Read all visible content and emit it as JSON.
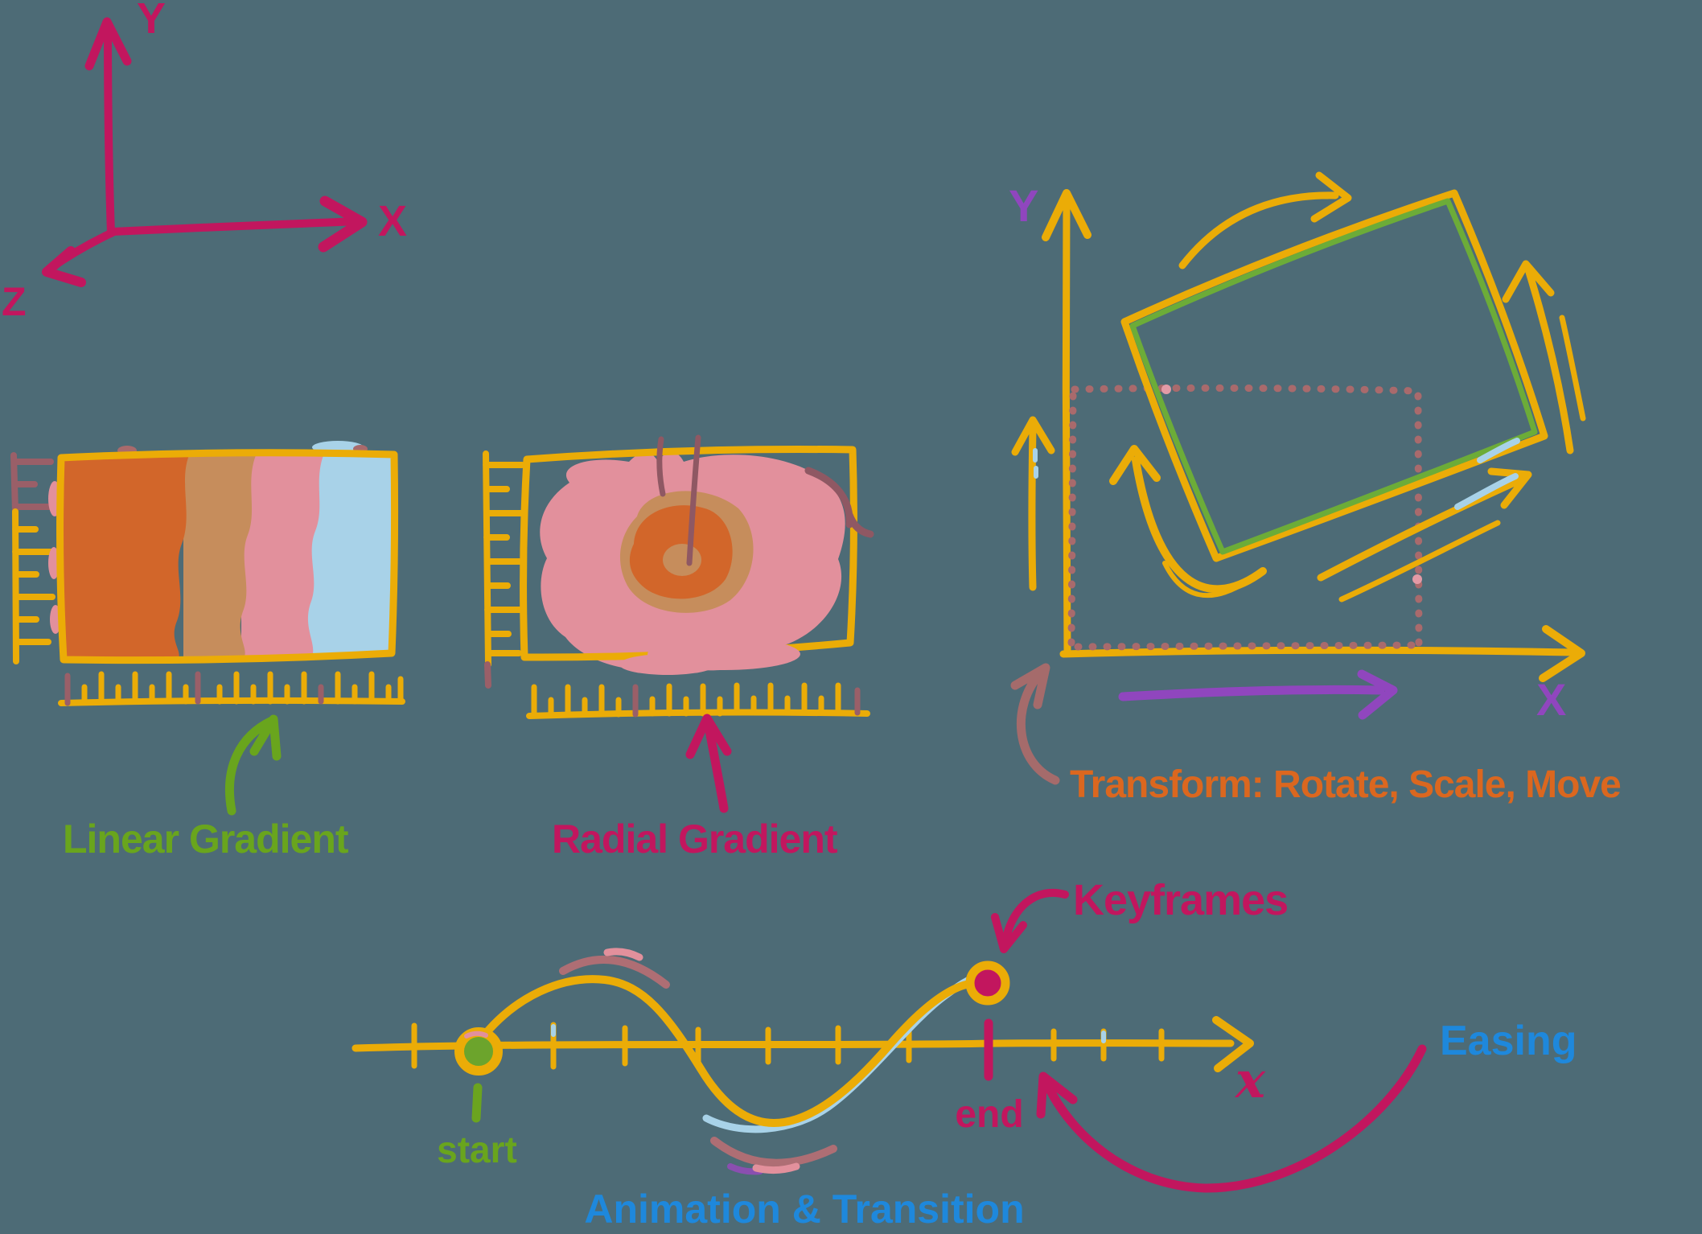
{
  "palette": {
    "background": "#4D6B76",
    "yellow": "#EBAC07",
    "magenta": "#C2165E",
    "green": "#69A51D",
    "green_border": "#6CAC38",
    "orange": "#D2662A",
    "orange_text": "#DB671F",
    "tan": "#C68D5C",
    "pink": "#E2909C",
    "light_blue": "#A8D2E8",
    "blue_text": "#1E88DC",
    "purple": "#9046BE",
    "rose": "#A96A6C",
    "maroon": "#8F5863"
  },
  "axes3d": {
    "y_label": "Y",
    "x_label": "X",
    "z_label": "Z"
  },
  "gradients": {
    "linear_label": "Linear Gradient",
    "radial_label": "Radial Gradient"
  },
  "transform": {
    "y_label": "Y",
    "x_label": "X",
    "caption": "Transform: Rotate, Scale, Move"
  },
  "timeline": {
    "start_label": "start",
    "end_label": "end",
    "keyframes_label": "Keyframes",
    "easing_label": "Easing",
    "axis_label": "x",
    "caption": "Animation & Transition"
  }
}
